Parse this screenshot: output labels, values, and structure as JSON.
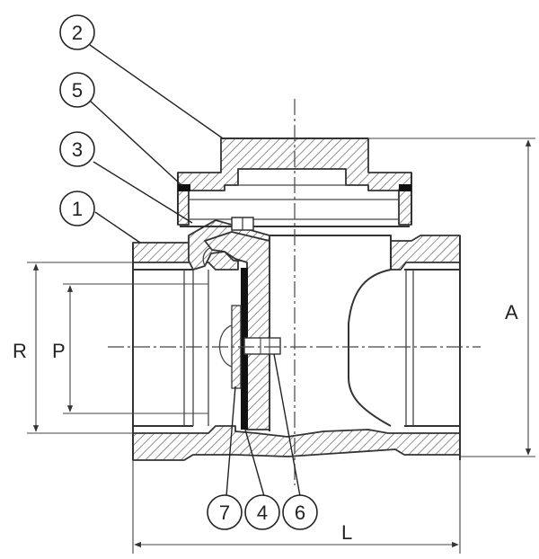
{
  "callouts": {
    "c1": "1",
    "c2": "2",
    "c3": "3",
    "c4": "4",
    "c5": "5",
    "c6": "6",
    "c7": "7"
  },
  "dimensions": {
    "A": "A",
    "L": "L",
    "R": "R",
    "P": "P"
  }
}
